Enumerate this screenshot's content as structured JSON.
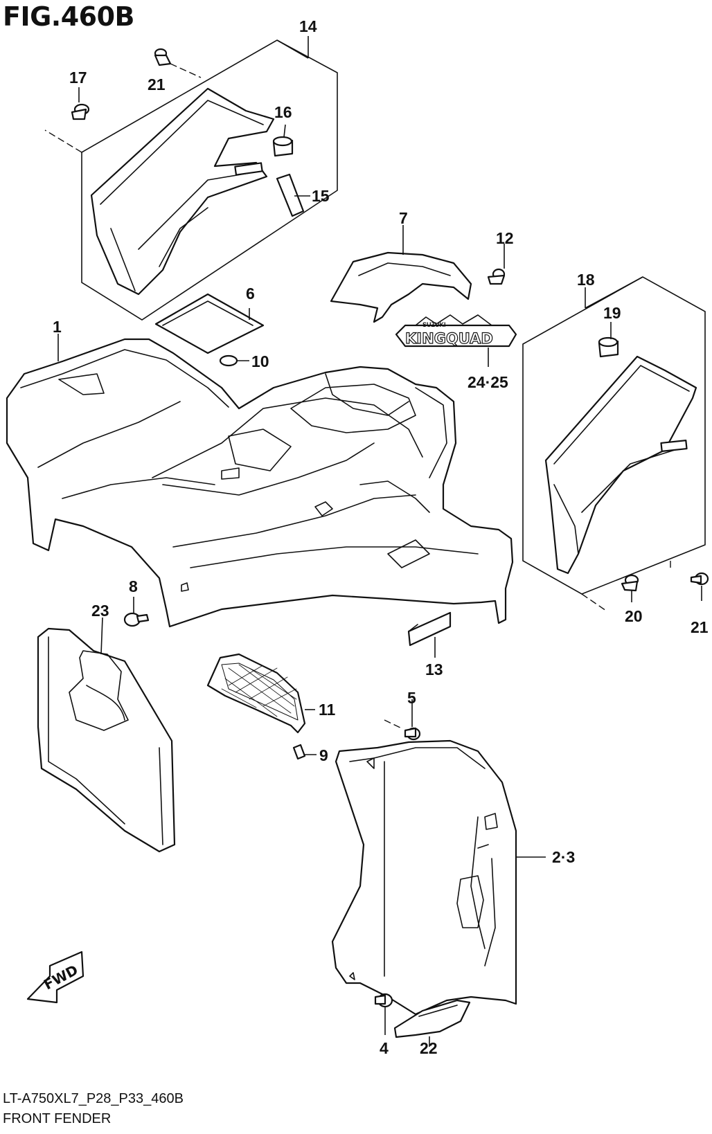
{
  "figure": {
    "title": "FIG.460B",
    "model_code": "LT-A750XL7_P28_P33_460B",
    "caption": "FRONT FENDER"
  },
  "callouts": {
    "c1": "1",
    "c23": "2·3",
    "c4": "4",
    "c5": "5",
    "c6": "6",
    "c7": "7",
    "c8": "8",
    "c9": "9",
    "c10": "10",
    "c11": "11",
    "c12": "12",
    "c13": "13",
    "c14": "14",
    "c15": "15",
    "c16": "16",
    "c17": "17",
    "c18": "18",
    "c19": "19",
    "c20": "20",
    "c21a": "21",
    "c21b": "21",
    "c22": "22",
    "c23b": "23",
    "c2425": "24·25"
  },
  "decal": {
    "brand": "SUZUKI",
    "model": "KINGQUAD"
  },
  "fwd_label": "FWD"
}
